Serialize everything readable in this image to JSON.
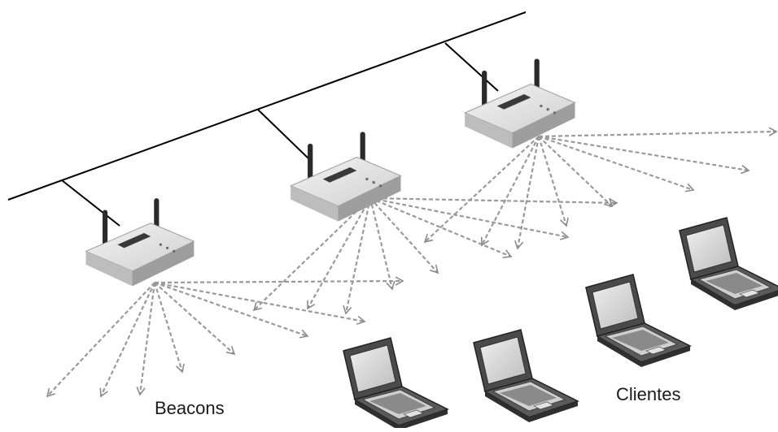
{
  "labels": {
    "beacons": "Beacons",
    "clientes": "Clientes"
  },
  "colors": {
    "signal": "#9a9a9a",
    "backbone": "#000000",
    "device_body": "#e4e4e4",
    "device_shadow": "#a6a6a6",
    "laptop_body": "#4a4a4a",
    "laptop_screen": "#dcdcdc"
  },
  "icons": {
    "access_point": "access-point-icon",
    "laptop": "laptop-icon"
  },
  "access_points": [
    {
      "name": "ap-left"
    },
    {
      "name": "ap-middle"
    },
    {
      "name": "ap-right"
    }
  ],
  "laptops": [
    {
      "name": "laptop-1"
    },
    {
      "name": "laptop-2"
    },
    {
      "name": "laptop-3"
    },
    {
      "name": "laptop-4"
    }
  ]
}
